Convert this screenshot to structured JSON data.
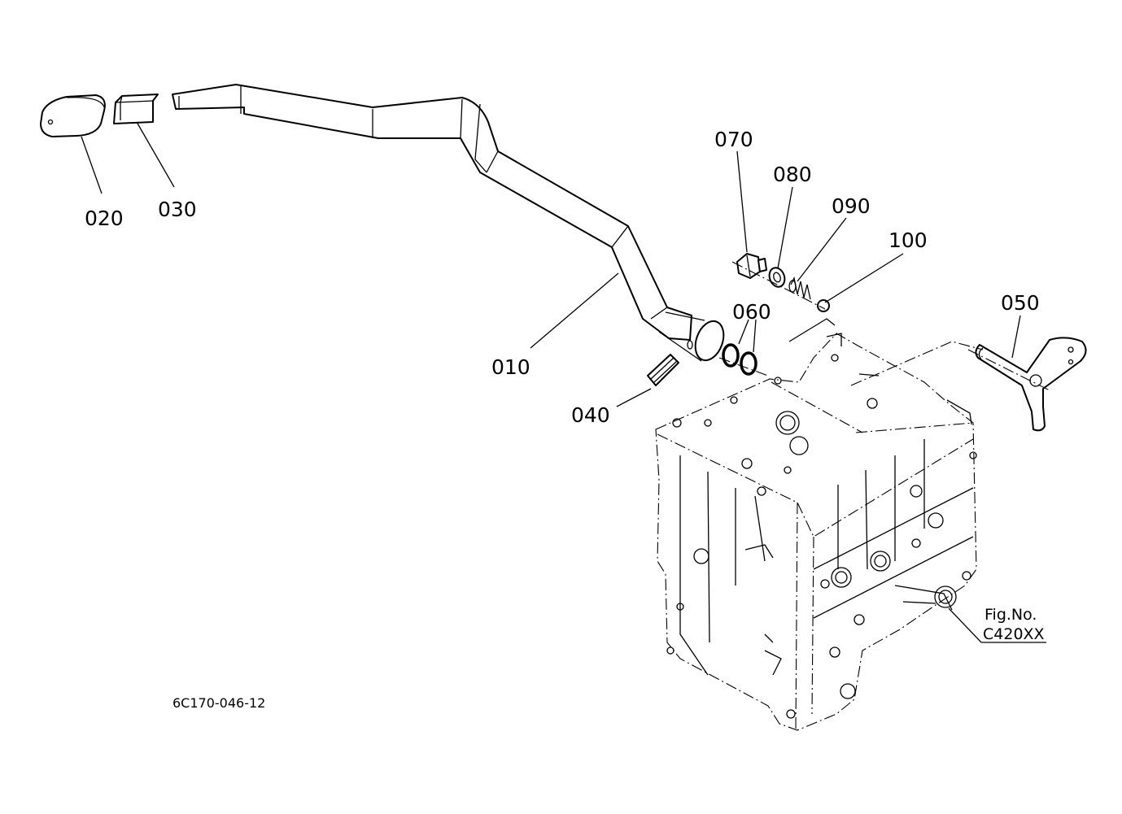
{
  "callouts": [
    "010",
    "020",
    "030",
    "040",
    "050",
    "060",
    "070",
    "080",
    "090",
    "100"
  ],
  "figure_label": "Fig.No.",
  "figure_number": "C420XX",
  "drawing_code": "6C170-046-12"
}
